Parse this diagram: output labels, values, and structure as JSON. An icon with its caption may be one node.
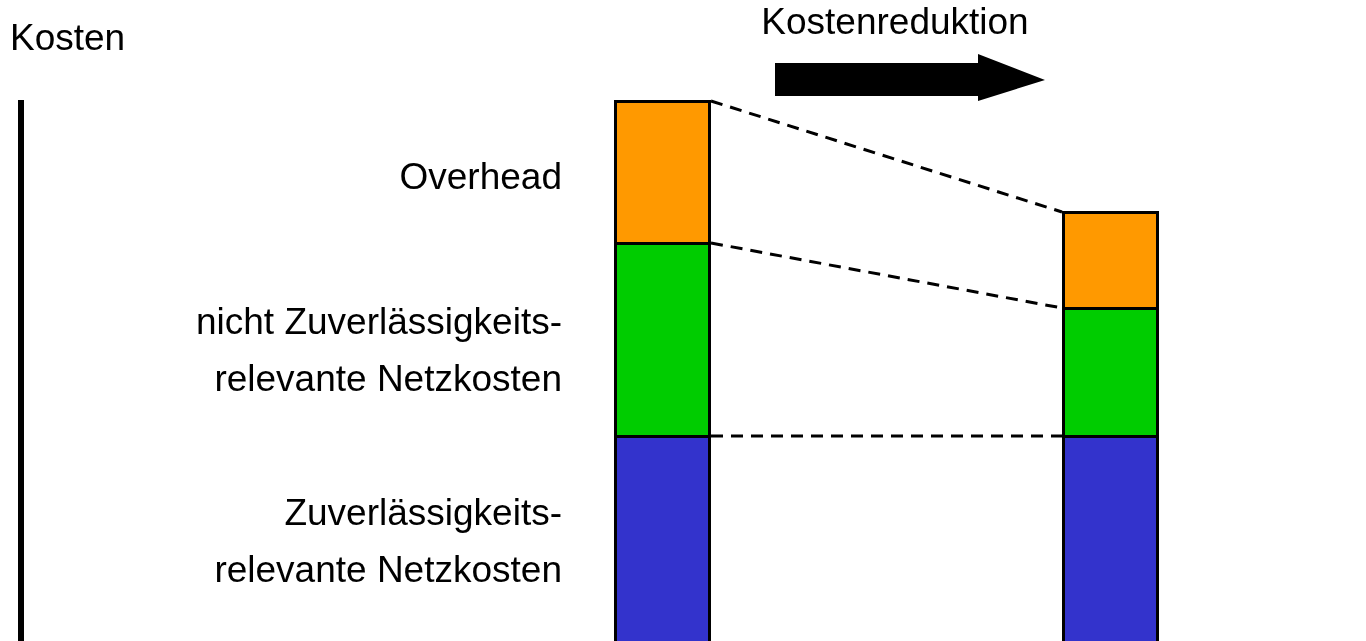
{
  "diagram": {
    "nodes": [
      {
        "text": [],
        "shape": "bar"
      },
      {
        "text": [],
        "shape": "bar"
      },
      {
        "text": [],
        "shape": "bar"
      },
      {
        "text": [],
        "shape": "bar"
      },
      {
        "text": [],
        "shape": "bar"
      },
      {
        "text": [],
        "shape": "bar"
      }
    ],
    "edges": [
      {
        "from": 0,
        "to": 3,
        "arrow": "none",
        "style": "dashed"
      },
      {
        "from": 1,
        "to": 4,
        "arrow": "none",
        "style": "dashed"
      },
      {
        "from": 2,
        "to": 5,
        "arrow": "none",
        "style": "dashed"
      }
    ],
    "labels": [
      "Kosten",
      "Kostenreduktion",
      "Overhead",
      "nicht Zuverlässigkeits- relevante Netzkosten",
      "Zuverlässigkeits- relevante Netzkosten"
    ]
  }
}
